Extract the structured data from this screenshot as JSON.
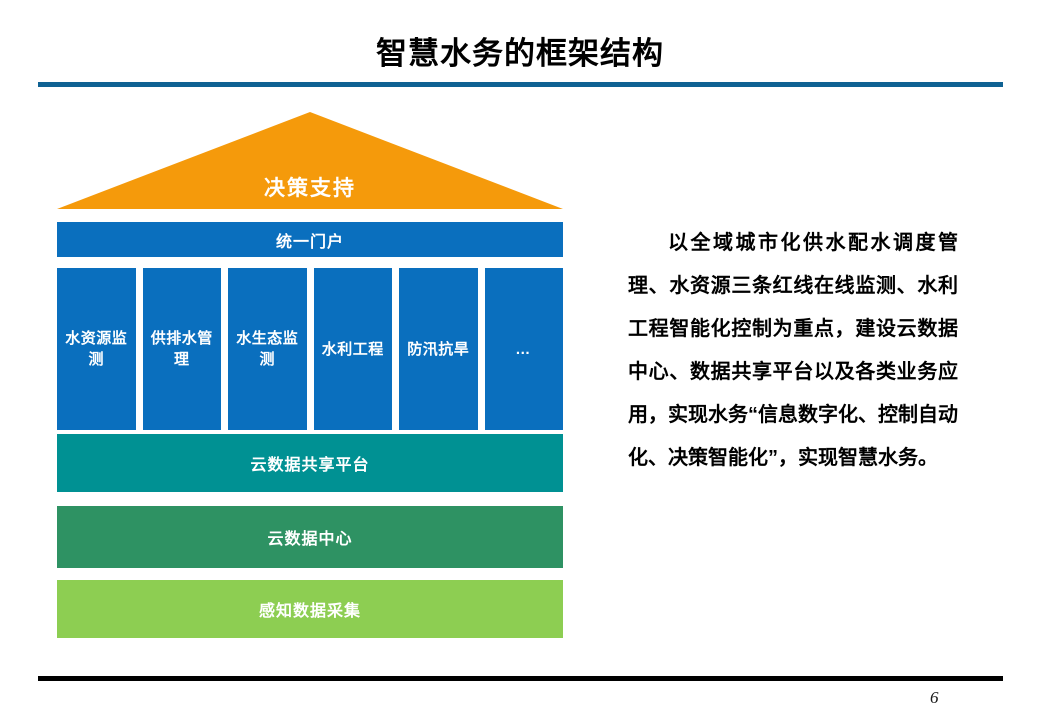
{
  "slide": {
    "title": "智慧水务的框架结构",
    "page_number": "6",
    "accent_color": "#0F6293",
    "footer_rule_color": "#000000"
  },
  "diagram": {
    "roof": {
      "label": "决策支持",
      "color": "#F59A0B"
    },
    "portal": {
      "label": "统一门户",
      "color": "#0A6FBE"
    },
    "columns": {
      "color": "#0A6FBE",
      "items": [
        {
          "label": "水资源监测"
        },
        {
          "label": "供排水管理"
        },
        {
          "label": "水生态监测"
        },
        {
          "label": "水利工程"
        },
        {
          "label": "防汛抗旱"
        },
        {
          "label": "…"
        }
      ]
    },
    "layers": [
      {
        "label": "云数据共享平台",
        "color": "#009193"
      },
      {
        "label": "云数据中心",
        "color": "#2E9263"
      },
      {
        "label": "感知数据采集",
        "color": "#8DCE52"
      }
    ]
  },
  "description": {
    "paragraph": "以全域城市化供水配水调度管理、水资源三条红线在线监测、水利工程智能化控制为重点，建设云数据中心、数据共享平台以及各类业务应用，实现水务“信息数字化、控制自动化、决策智能化”，实现智慧水务。"
  }
}
